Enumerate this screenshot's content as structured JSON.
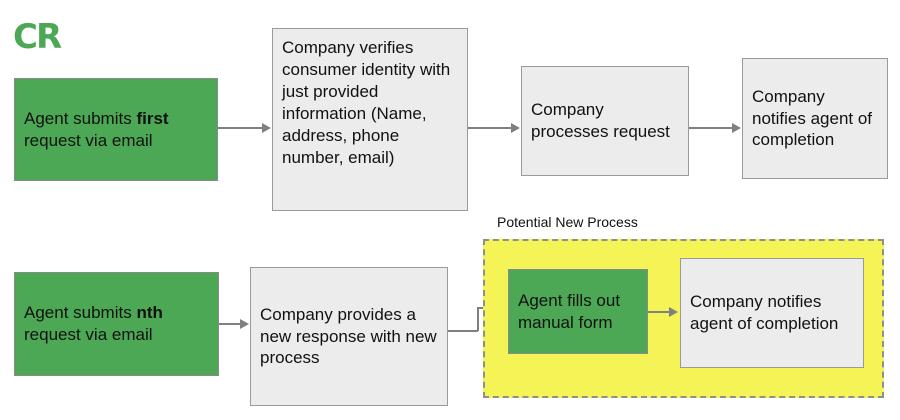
{
  "brand": {
    "logo_text": "CR",
    "logo_color": "#4CA854"
  },
  "colors": {
    "green_fill": "#4CA854",
    "grey_fill": "#ECECEC",
    "yellow_fill": "#F4F456",
    "border_grey": "#9A9A9A",
    "connector_grey": "#808080",
    "text": "#111111"
  },
  "diagram": {
    "type": "flowchart",
    "rows": [
      {
        "id": "first-request-flow",
        "nodes": [
          {
            "id": "agent-submits-first",
            "style": "green",
            "text_prefix": "Agent submits ",
            "text_emphasis": "first",
            "text_suffix": " request via email"
          },
          {
            "id": "company-verifies-identity",
            "style": "grey",
            "text": "Company verifies consumer identity with just provided information (Name, address, phone number, email)"
          },
          {
            "id": "company-processes-request",
            "style": "grey",
            "text": "Company processes request"
          },
          {
            "id": "company-notifies-completion",
            "style": "grey",
            "text": "Company notifies agent of completion"
          }
        ]
      },
      {
        "id": "nth-request-flow",
        "nodes": [
          {
            "id": "agent-submits-nth",
            "style": "green",
            "text_prefix": "Agent submits ",
            "text_emphasis": "nth",
            "text_suffix": " request via email"
          },
          {
            "id": "company-provides-new-response",
            "style": "grey",
            "text": "Company provides a new response with new process"
          }
        ],
        "group": {
          "id": "potential-new-process",
          "label": "Potential New Process",
          "nodes": [
            {
              "id": "agent-fills-manual-form",
              "style": "green",
              "text": "Agent fills out manual form"
            },
            {
              "id": "company-notifies-completion-2",
              "style": "grey",
              "text": "Company notifies agent of completion"
            }
          ]
        }
      }
    ]
  }
}
